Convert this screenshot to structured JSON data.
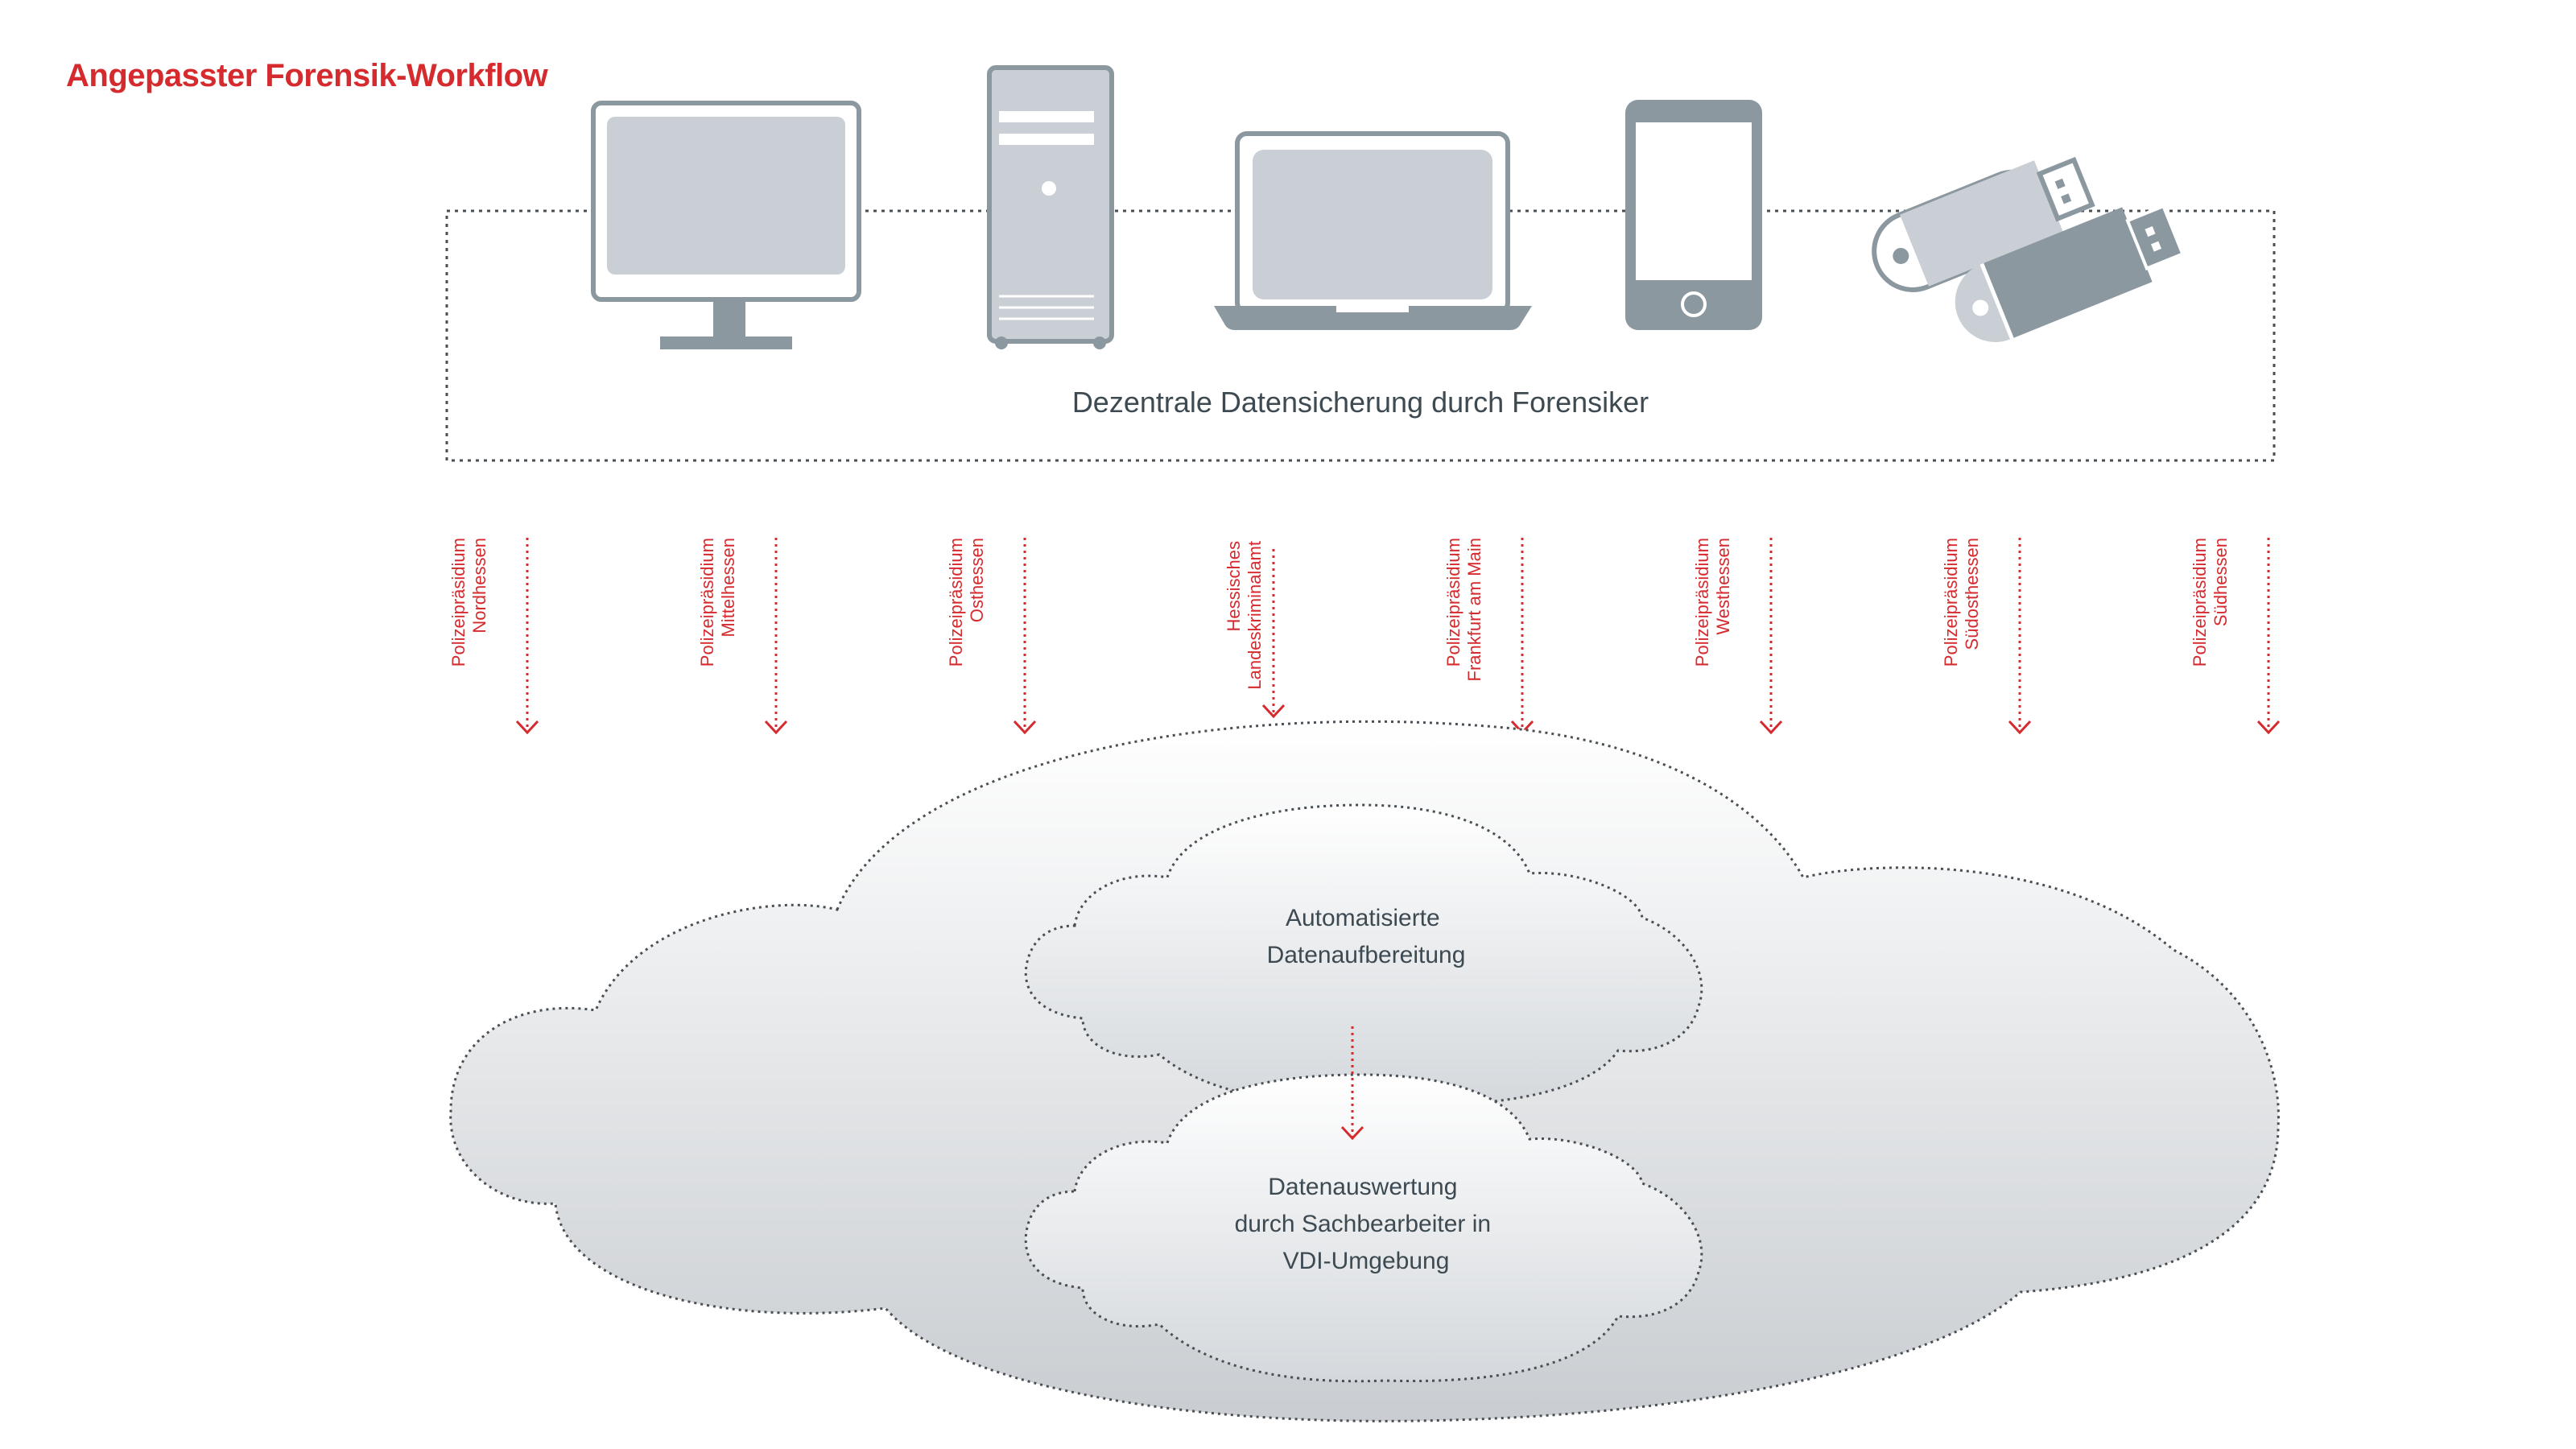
{
  "title": "Angepasster Forensik-Workflow",
  "colors": {
    "accent": "#d52b2f",
    "text": "#3e4a52",
    "device_fill": "#c9cfd5",
    "device_stroke": "#8c989f",
    "cloud_fill_top": "#ffffff",
    "cloud_fill_bottom": "#c9cdd1"
  },
  "devices": [
    "desktop-monitor-icon",
    "tower-pc-icon",
    "laptop-icon",
    "smartphone-icon",
    "usb-sticks-icon"
  ],
  "box_caption": "Dezentrale Datensicherung durch Forensiker",
  "sources": [
    {
      "line1": "Polizeipräsidium",
      "line2": "Nordhessen"
    },
    {
      "line1": "Polizeipräsidium",
      "line2": "Mittelhessen"
    },
    {
      "line1": "Polizeipräsidium",
      "line2": "Osthessen"
    },
    {
      "line1": "Hessisches",
      "line2": "Landeskriminalamt"
    },
    {
      "line1": "Polizeipräsidium",
      "line2": "Frankfurt am Main"
    },
    {
      "line1": "Polizeipräsidium",
      "line2": "Westhessen"
    },
    {
      "line1": "Polizeipräsidium",
      "line2": "Südosthessen"
    },
    {
      "line1": "Polizeipräsidium",
      "line2": "Südhessen"
    }
  ],
  "cloud_top": {
    "line1": "Automatisierte",
    "line2": "Datenaufbereitung"
  },
  "cloud_bottom": {
    "line1": "Datenauswertung",
    "line2": "durch Sachbearbeiter in",
    "line3": "VDI-Umgebung"
  }
}
